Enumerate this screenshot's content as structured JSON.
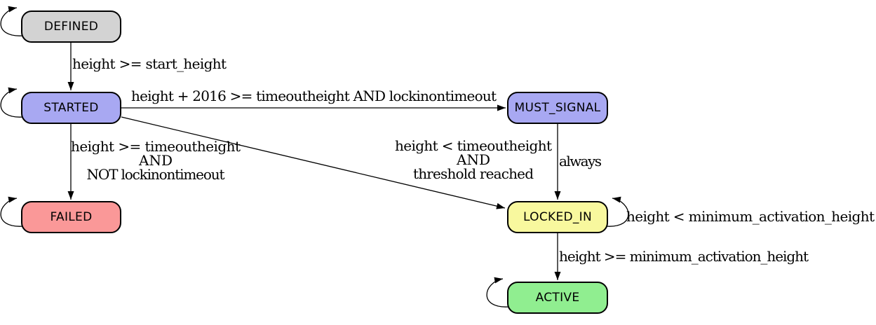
{
  "diagram": {
    "type": "state-machine",
    "states": [
      {
        "name": "DEFINED",
        "color": "#d3d3d3"
      },
      {
        "name": "STARTED",
        "color": "#a8a8f2"
      },
      {
        "name": "MUST_SIGNAL",
        "color": "#a8a8f2"
      },
      {
        "name": "FAILED",
        "color": "#fa9898"
      },
      {
        "name": "LOCKED_IN",
        "color": "#f8f89e"
      },
      {
        "name": "ACTIVE",
        "color": "#90ee90"
      }
    ],
    "border_color": "#000000",
    "edge_color": "#000000",
    "background_color": "#ffffff",
    "transitions": [
      {
        "from": "DEFINED",
        "to": "DEFINED",
        "lines": []
      },
      {
        "from": "DEFINED",
        "to": "STARTED",
        "lines": [
          "height >= start_height"
        ]
      },
      {
        "from": "STARTED",
        "to": "STARTED",
        "lines": []
      },
      {
        "from": "STARTED",
        "to": "MUST_SIGNAL",
        "lines": [
          "height + 2016 >= timeoutheight AND lockinontimeout"
        ]
      },
      {
        "from": "STARTED",
        "to": "FAILED",
        "lines": [
          "height >= timeoutheight",
          "AND",
          "NOT lockinontimeout"
        ]
      },
      {
        "from": "STARTED",
        "to": "LOCKED_IN",
        "lines": [
          "height < timeoutheight",
          "AND",
          "threshold reached"
        ]
      },
      {
        "from": "MUST_SIGNAL",
        "to": "LOCKED_IN",
        "lines": [
          "always"
        ]
      },
      {
        "from": "LOCKED_IN",
        "to": "LOCKED_IN",
        "lines": [
          "height < minimum_activation_height"
        ]
      },
      {
        "from": "LOCKED_IN",
        "to": "ACTIVE",
        "lines": [
          "height >= minimum_activation_height"
        ]
      },
      {
        "from": "ACTIVE",
        "to": "ACTIVE",
        "lines": []
      }
    ]
  }
}
